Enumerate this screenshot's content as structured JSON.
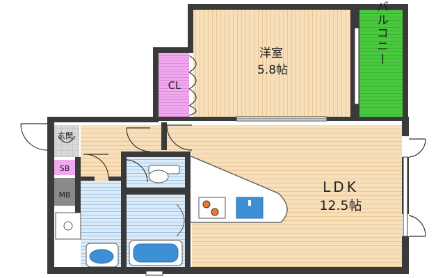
{
  "rooms": {
    "western_room": {
      "name": "洋室",
      "size": "5.8帖"
    },
    "closet": {
      "name": "CL"
    },
    "balcony": {
      "name": "バルコニー"
    },
    "ldk": {
      "name": "LDK",
      "size": "12.5帖"
    },
    "entrance": {
      "name": "玄関"
    },
    "shoe_box": {
      "name": "SB"
    },
    "meter_box": {
      "name": "MB"
    }
  },
  "colors": {
    "wall": "#3a3a3a",
    "floor_wood": "#f7dfba",
    "floor_grain": "#e9c796",
    "closet": "#f0a9ee",
    "balcony": "#49c93e",
    "wet_area": "#bcd9f3",
    "wet_line": "#9ec3e8",
    "fixture_blue": "#3d8fd6",
    "tile_gray": "#c8c8c8",
    "shoebox": "#f0a9ee",
    "meterbox": "#8a8a8a"
  }
}
